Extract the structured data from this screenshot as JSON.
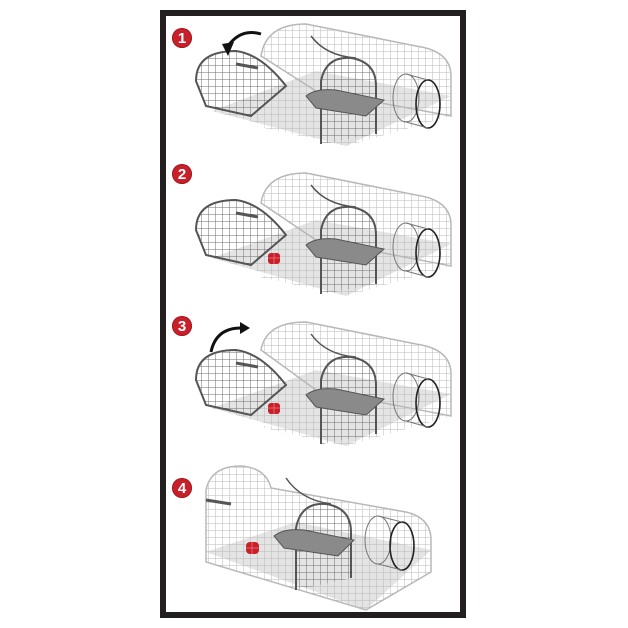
{
  "panel": {
    "border_color": "#231f20",
    "background": "#ffffff"
  },
  "steps": [
    {
      "number": "1",
      "door": "open",
      "arrow": "counter-clockwise",
      "bait": false
    },
    {
      "number": "2",
      "door": "open",
      "arrow": "none",
      "bait": true
    },
    {
      "number": "3",
      "door": "open",
      "arrow": "clockwise",
      "bait": true
    },
    {
      "number": "4",
      "door": "closed",
      "arrow": "none",
      "bait": true
    }
  ],
  "colors": {
    "badge": "#c8202a",
    "badge_text": "#ffffff",
    "wire_light": "#b8b8b8",
    "wire_dark": "#6e6e6e",
    "floor": "#d9d9d9",
    "arrow": "#111111",
    "bait": "#c8202a"
  }
}
